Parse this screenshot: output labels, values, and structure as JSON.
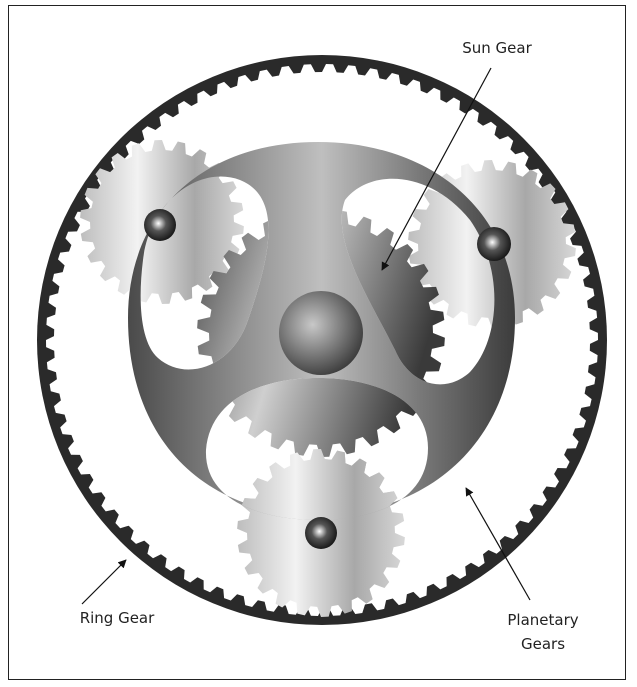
{
  "labels": {
    "sun_gear": "Sun Gear",
    "ring_gear": "Ring Gear",
    "planetary_line1": "Planetary",
    "planetary_line2": "Gears"
  },
  "colors": {
    "ring": "#2a2a2a",
    "carrier": "#505050",
    "gear_light": "#e0e0e0",
    "gear_dark": "#6a6a6a"
  }
}
